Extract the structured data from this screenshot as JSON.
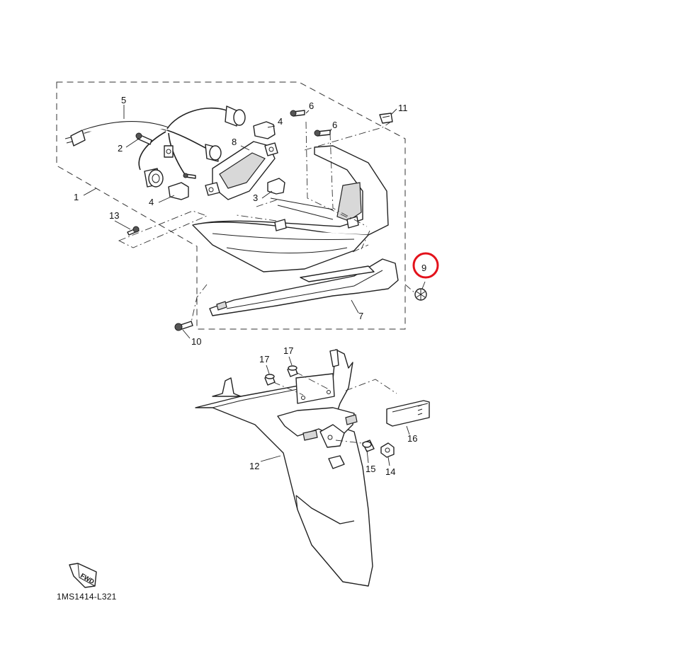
{
  "diagram": {
    "reference_code": "1MS1414-L321",
    "fwd_label": "FWD",
    "highlight_color": "#e3121b",
    "parts": [
      {
        "num": "1"
      },
      {
        "num": "2"
      },
      {
        "num": "3"
      },
      {
        "num": "4"
      },
      {
        "num": "4"
      },
      {
        "num": "5"
      },
      {
        "num": "6"
      },
      {
        "num": "6"
      },
      {
        "num": "7"
      },
      {
        "num": "8"
      },
      {
        "num": "9"
      },
      {
        "num": "10"
      },
      {
        "num": "11"
      },
      {
        "num": "12"
      },
      {
        "num": "13"
      },
      {
        "num": "14"
      },
      {
        "num": "15"
      },
      {
        "num": "16"
      },
      {
        "num": "17"
      },
      {
        "num": "17"
      }
    ],
    "highlighted_part": "9"
  }
}
